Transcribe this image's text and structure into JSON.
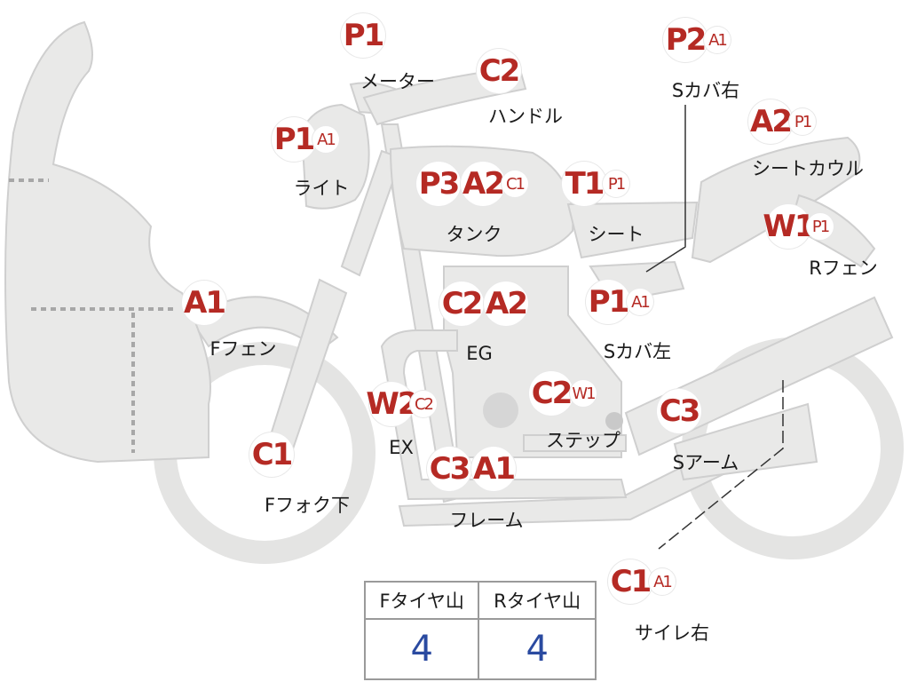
{
  "parts": [
    {
      "label": "メーター",
      "badges": [
        {
          "text": "P1",
          "size": "big"
        }
      ]
    },
    {
      "label": "ハンドル",
      "badges": [
        {
          "text": "C2",
          "size": "big"
        }
      ]
    },
    {
      "label": "ライト",
      "badges": [
        {
          "text": "P1",
          "size": "big"
        },
        {
          "text": "A1",
          "size": "small"
        }
      ]
    },
    {
      "label": "タンク",
      "badges": [
        {
          "text": "P3",
          "size": "big"
        },
        {
          "text": "A2",
          "size": "big"
        },
        {
          "text": "C1",
          "size": "small"
        }
      ]
    },
    {
      "label": "シート",
      "badges": [
        {
          "text": "T1",
          "size": "big"
        },
        {
          "text": "P1",
          "size": "small"
        }
      ]
    },
    {
      "label": "Sカバ右",
      "badges": [
        {
          "text": "P2",
          "size": "big"
        },
        {
          "text": "A1",
          "size": "small"
        }
      ]
    },
    {
      "label": "シートカウル",
      "badges": [
        {
          "text": "A2",
          "size": "big"
        },
        {
          "text": "P1",
          "size": "small"
        }
      ]
    },
    {
      "label": "Rフェン",
      "badges": [
        {
          "text": "W1",
          "size": "big"
        },
        {
          "text": "P1",
          "size": "small"
        }
      ]
    },
    {
      "label": "Sカバ左",
      "badges": [
        {
          "text": "P1",
          "size": "big"
        },
        {
          "text": "A1",
          "size": "small"
        }
      ]
    },
    {
      "label": "EG",
      "badges": [
        {
          "text": "C2",
          "size": "big"
        },
        {
          "text": "A2",
          "size": "big"
        }
      ]
    },
    {
      "label": "Fフェン",
      "badges": [
        {
          "text": "A1",
          "size": "big"
        }
      ]
    },
    {
      "label": "EX",
      "badges": [
        {
          "text": "W2",
          "size": "big"
        },
        {
          "text": "C2",
          "size": "small"
        }
      ]
    },
    {
      "label": "ステップ",
      "badges": [
        {
          "text": "C2",
          "size": "big"
        },
        {
          "text": "W1",
          "size": "small"
        }
      ]
    },
    {
      "label": "Sアーム",
      "badges": [
        {
          "text": "C3",
          "size": "big"
        }
      ]
    },
    {
      "label": "Fフォク下",
      "badges": [
        {
          "text": "C1",
          "size": "big"
        }
      ]
    },
    {
      "label": "フレーム",
      "badges": [
        {
          "text": "C3",
          "size": "big"
        },
        {
          "text": "A1",
          "size": "big"
        }
      ]
    },
    {
      "label": "サイレ右",
      "badges": [
        {
          "text": "C1",
          "size": "big"
        },
        {
          "text": "A1",
          "size": "small"
        }
      ]
    }
  ],
  "tire_table": {
    "headers": [
      "Fタイヤ山",
      "Rタイヤ山"
    ],
    "values": [
      "4",
      "4"
    ]
  },
  "colors": {
    "part_fill": "#e9e9e8",
    "part_stroke": "#cfcfcf",
    "badge_text": "#b52a24",
    "value_text": "#2a4aa0"
  }
}
